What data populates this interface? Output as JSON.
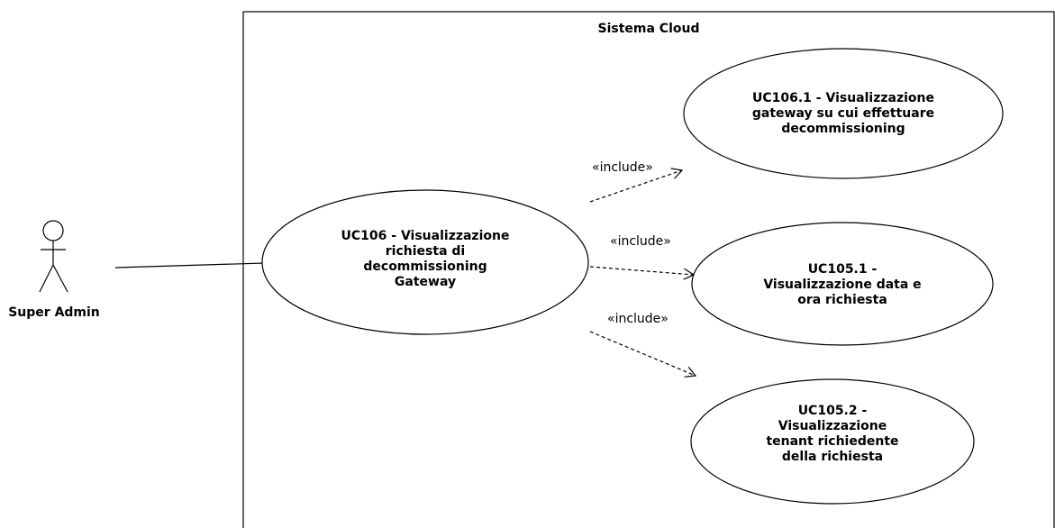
{
  "system": {
    "title": "Sistema Cloud"
  },
  "actor": {
    "name": "Super Admin"
  },
  "use_cases": [
    {
      "id": "uc106",
      "lines": [
        "UC106 - Visualizzazione",
        "richiesta di",
        "decommissioning",
        "Gateway"
      ]
    },
    {
      "id": "uc106_1",
      "lines": [
        "UC106.1 - Visualizzazione",
        "gateway su cui effettuare",
        "decommissioning"
      ]
    },
    {
      "id": "uc105_1",
      "lines": [
        "UC105.1 -",
        "Visualizzazione data e",
        "ora richiesta"
      ]
    },
    {
      "id": "uc105_2",
      "lines": [
        "UC105.2 -",
        "Visualizzazione",
        "tenant richiedente",
        "della richiesta"
      ]
    }
  ],
  "relations": [
    {
      "stereotype": "«include»"
    },
    {
      "stereotype": "«include»"
    },
    {
      "stereotype": "«include»"
    }
  ]
}
